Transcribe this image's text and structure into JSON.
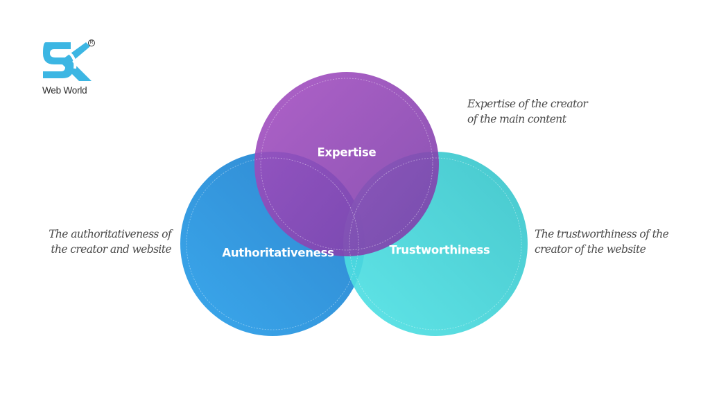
{
  "logo": {
    "text": "Web World",
    "mark": "SK",
    "registered": "R",
    "color": "#3cb6e3"
  },
  "diagram": {
    "type": "venn",
    "circles": [
      {
        "id": "expertise",
        "label": "Expertise",
        "color_start": "#a54fc0",
        "color_end": "#7c3fa8",
        "description": [
          "Expertise of the creator",
          "of the main content"
        ]
      },
      {
        "id": "authoritativeness",
        "label": "Authoritativeness",
        "color_start": "#2f8fd8",
        "color_end": "#3aa8ec",
        "description": [
          "The authoritativeness of",
          "the creator and website"
        ]
      },
      {
        "id": "trustworthiness",
        "label": "Trustworthiness",
        "color_start": "#3cc9cc",
        "color_end": "#4fe0e2",
        "description": [
          "The trustworthiness of the",
          "creator of the website"
        ]
      }
    ]
  }
}
